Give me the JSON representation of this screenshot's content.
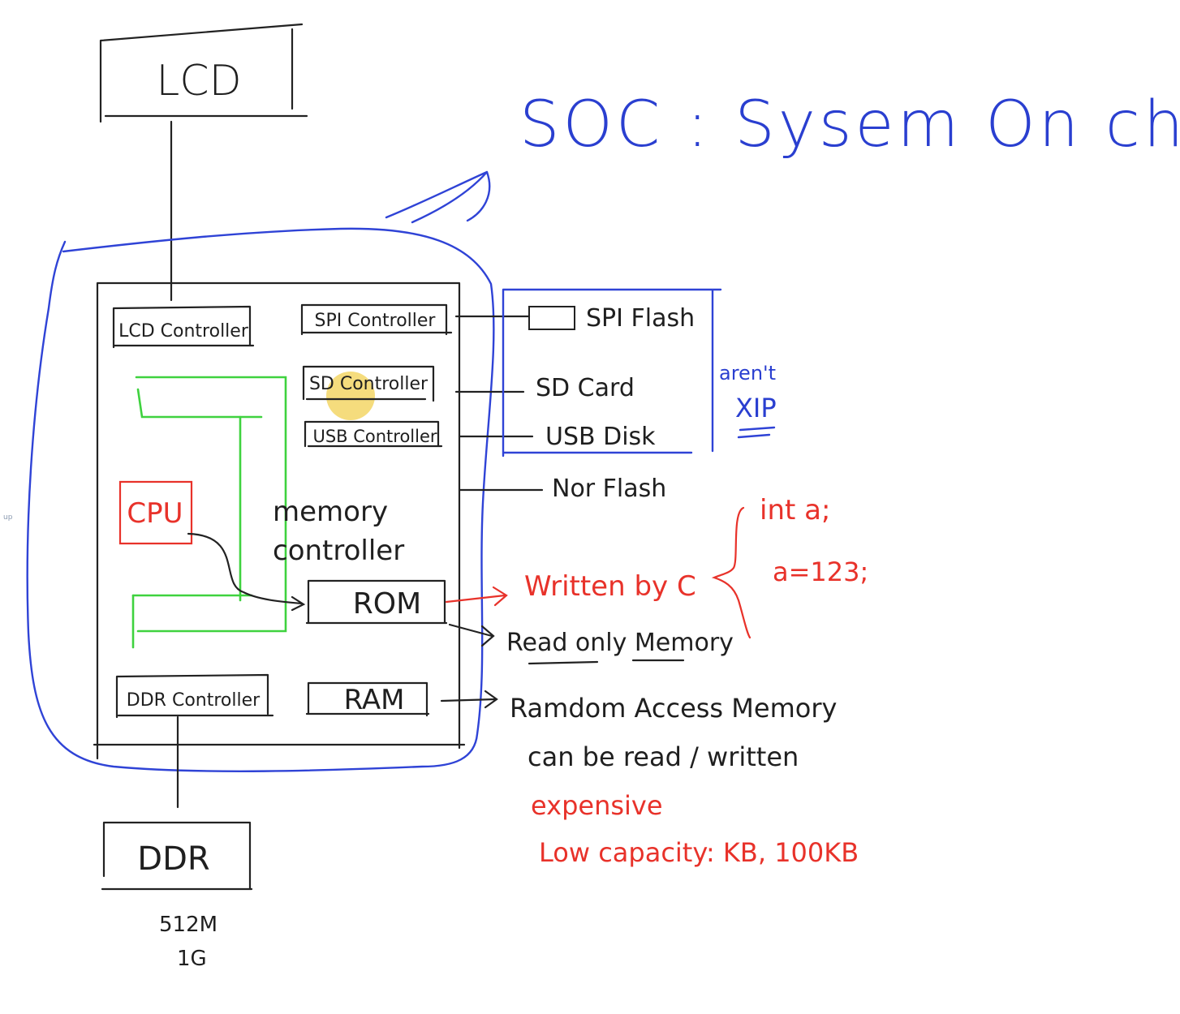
{
  "title": "SOC : Sysem On chip",
  "left_edge_mark": "up",
  "colors": {
    "ink": "#1f1f1f",
    "blue": "#2f43d6",
    "red": "#e8322a",
    "green": "#3fd23f",
    "highlight": "#f3d35c"
  },
  "blocks": {
    "lcd": "LCD",
    "ddr": "DDR",
    "lcd_controller": "LCD Controller",
    "spi_controller": "SPI Controller",
    "sd_controller": "SD Controller",
    "usb_controller": "USB Controller",
    "cpu": "CPU",
    "memory_controller_line1": "memory",
    "memory_controller_line2": "controller",
    "rom": "ROM",
    "ram": "RAM",
    "ddr_controller": "DDR Controller"
  },
  "external": {
    "spi_flash": "SPI Flash",
    "sd_card": "SD Card",
    "usb_disk": "USB Disk",
    "nor_flash": "Nor Flash",
    "note_line1": "aren't",
    "note_line2": "XIP"
  },
  "ddr_sizes": [
    "512M",
    "1G"
  ],
  "notes": {
    "written_by": "Written by C",
    "code_line1": "int a;",
    "code_line2": "a=123;",
    "rom_full": "Read only Memory",
    "ram_full": "Ramdom Access Memory",
    "ram_rw": "can be read / written",
    "ram_cost": "expensive",
    "ram_capacity": "Low capacity: KB, 100KB"
  }
}
